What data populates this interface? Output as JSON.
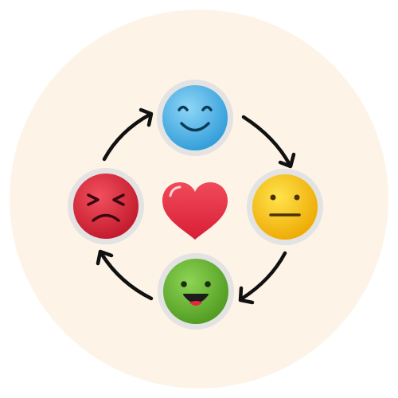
{
  "illustration": {
    "background_color": "#FDF3E7",
    "arrow_color": "#111111",
    "ring_color": "#D9D9D9",
    "faces": [
      {
        "name": "happy",
        "icon": "smiling-face-icon",
        "color": "#4FB8EA",
        "shade": "#2E9BD8"
      },
      {
        "name": "neutral",
        "icon": "neutral-face-icon",
        "color": "#F7D000",
        "shade": "#E9A400"
      },
      {
        "name": "laughing",
        "icon": "laughing-face-icon",
        "color": "#6FBF3A",
        "shade": "#4E9A1F"
      },
      {
        "name": "angry",
        "icon": "angry-face-icon",
        "color": "#E8273D",
        "shade": "#C0182B"
      }
    ],
    "center_icon": "heart-icon",
    "heart_color": "#E8273D"
  }
}
